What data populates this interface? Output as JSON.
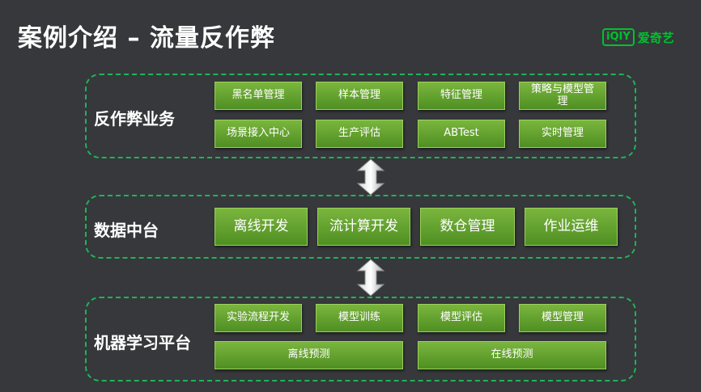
{
  "title": "案例介绍 – 流量反作弊",
  "logo": {
    "mark": "iQIY",
    "text": "爱奇艺",
    "color": "#00c12f"
  },
  "colors": {
    "box": "#6aa834",
    "dashed_border": "#1fb35a",
    "background": "#36383b"
  },
  "sections": [
    {
      "label": "反作弊业务",
      "boxes": [
        "黑名单管理",
        "样本管理",
        "特征管理",
        "策略与模型管理",
        "场景接入中心",
        "生产评估",
        "ABTest",
        "实时管理"
      ]
    },
    {
      "label": "数据中台",
      "boxes": [
        "离线开发",
        "流计算开发",
        "数仓管理",
        "作业运维"
      ]
    },
    {
      "label": "机器学习平台",
      "boxes": [
        "实验流程开发",
        "模型训练",
        "模型评估",
        "模型管理",
        "离线预测",
        "在线预测"
      ]
    }
  ]
}
